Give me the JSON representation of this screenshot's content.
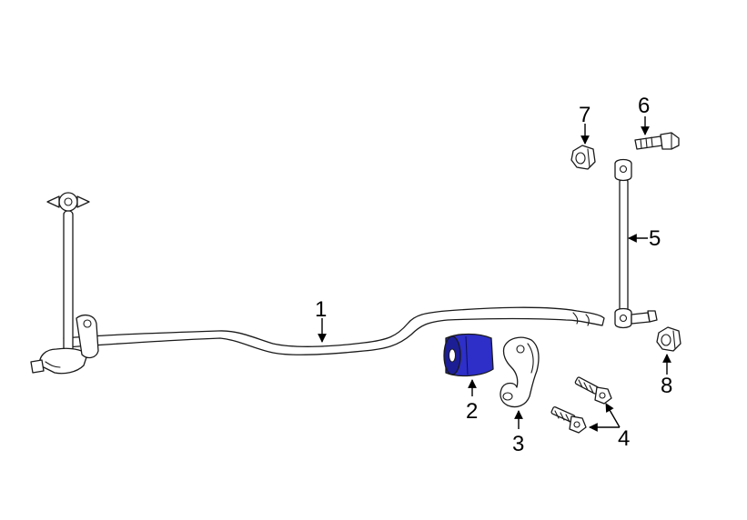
{
  "colors": {
    "highlight_fill": "#2d2fc8",
    "highlight_dark": "#1c1e96",
    "line": "#1a1a1a",
    "background": "#ffffff"
  },
  "callouts": {
    "c1": "1",
    "c2": "2",
    "c3": "3",
    "c4": "4",
    "c5": "5",
    "c6": "6",
    "c7": "7",
    "c8": "8"
  }
}
